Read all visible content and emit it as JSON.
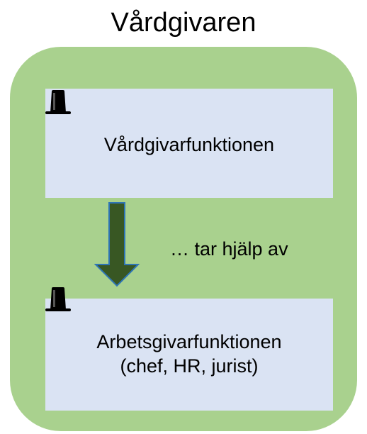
{
  "title": "Vårdgivaren",
  "top_box": {
    "label": "Vårdgivarfunktionen",
    "icon": "top-hat-icon"
  },
  "arrow": {
    "label": "… tar hjälp av",
    "fill_color": "#385723",
    "stroke_color": "#2e75b6"
  },
  "bottom_box": {
    "line1": "Arbetsgivarfunktionen",
    "line2": "(chef, HR, jurist)",
    "icon": "top-hat-icon"
  },
  "colors": {
    "container": "#a9d18e",
    "box": "#dae3f3"
  }
}
